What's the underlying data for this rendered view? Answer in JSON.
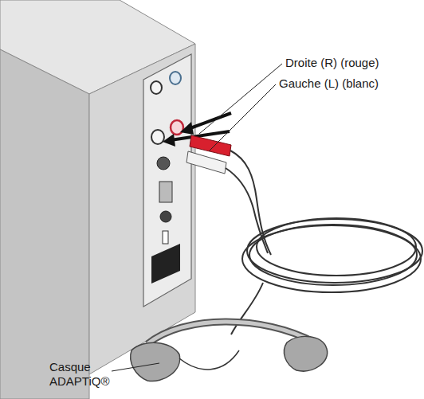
{
  "diagram": {
    "labels": [
      "Droite (R) (rouge)",
      "Gauche (L) (blanc)",
      "Casque ADAPTiQ®"
    ]
  }
}
